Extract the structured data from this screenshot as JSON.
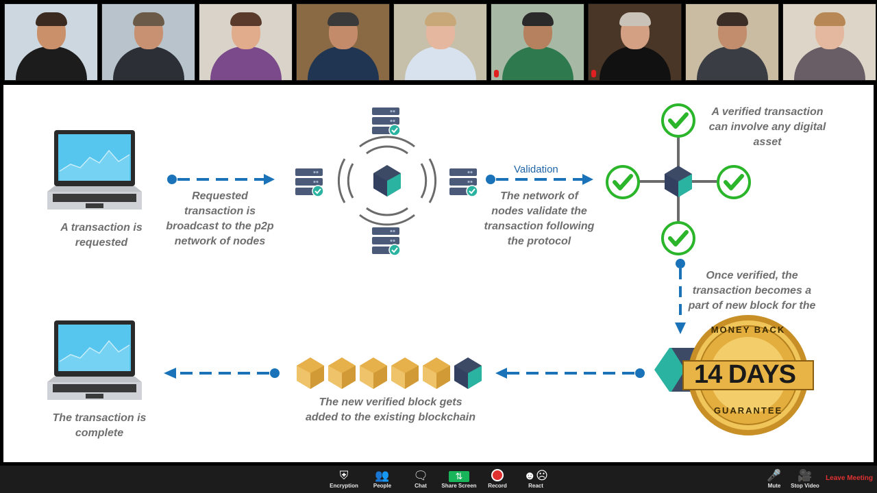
{
  "participants": [
    {
      "bg": "#cdd7df",
      "skin": "#c9906a",
      "hair": "#3a2a20",
      "shirt": "#1c1c1c"
    },
    {
      "bg": "#b8c3cc",
      "skin": "#c79172",
      "hair": "#6b5a48",
      "shirt": "#2c2f36"
    },
    {
      "bg": "#d9d3c9",
      "skin": "#e0ac8c",
      "hair": "#5a3a2a",
      "shirt": "#7a4a8a"
    },
    {
      "bg": "#8a6a45",
      "skin": "#c48b6a",
      "hair": "#3a3a3a",
      "shirt": "#1f3552"
    },
    {
      "bg": "#c6bfa9",
      "skin": "#e6b79f",
      "hair": "#c8a878",
      "shirt": "#d8e2ef"
    },
    {
      "bg": "#a7b9a5",
      "skin": "#b6815e",
      "hair": "#2a2a2a",
      "shirt": "#2e7a4e"
    },
    {
      "bg": "#4a3626",
      "skin": "#d3a083",
      "hair": "#c9c2b8",
      "shirt": "#111111"
    },
    {
      "bg": "#c9bca3",
      "skin": "#c28d6c",
      "hair": "#3a2e26",
      "shirt": "#3a3d44"
    },
    {
      "bg": "#ddd6c8",
      "skin": "#e4b89e",
      "hair": "#b78855",
      "shirt": "#6a5e66"
    }
  ],
  "slide": {
    "captions": {
      "requested": "A transaction is requested",
      "broadcast": "Requested transaction is broadcast to the p2p network of nodes",
      "validate": "The network of nodes validate the transaction following the protocol",
      "verified": "A verified transaction can involve any digital asset",
      "once_verified": "Once verified, the transaction becomes a part of new block for the",
      "new_block": "The new verified block gets added to the existing blockchain",
      "complete": "The transaction is complete"
    },
    "validation_label": "Validation",
    "seal": {
      "top": "MONEY BACK",
      "main": "14 DAYS",
      "bottom": "GUARANTEE"
    },
    "colors": {
      "arrow": "#1a73b8",
      "cube_dark": "#3d4a66",
      "cube_teal": "#2ab3a0",
      "gold": "#e6b04a",
      "check": "#2bb52b"
    }
  },
  "toolbar": {
    "items": [
      {
        "label": "Encryption",
        "icon": "shield-icon"
      },
      {
        "label": "People",
        "icon": "people-icon"
      },
      {
        "label": "Chat",
        "icon": "chat-icon"
      },
      {
        "label": "Share Screen",
        "icon": "share-screen-icon"
      },
      {
        "label": "Record",
        "icon": "record-icon"
      },
      {
        "label": "React",
        "icon": "react-icon"
      }
    ],
    "mute": "Mute",
    "stop_video": "Stop Video",
    "leave": "Leave Meeting"
  }
}
